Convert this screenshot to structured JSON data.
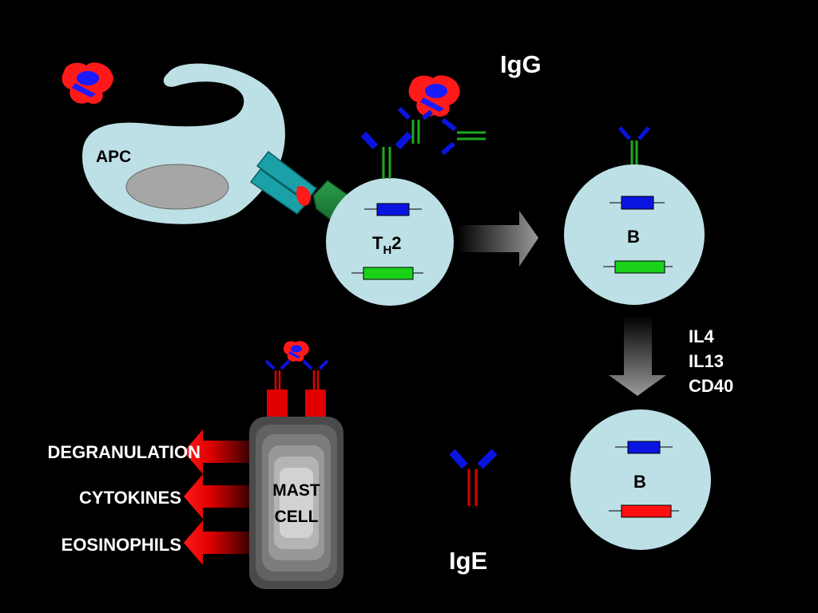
{
  "labels": {
    "apc": "APC",
    "th2_main": "T",
    "th2_sub": "H",
    "th2_end": "2",
    "b_cell_top": "B",
    "b_cell_bottom": "B",
    "igg": "IgG",
    "ige": "IgE",
    "mast_cell_line1": "MAST",
    "mast_cell_line2": "CELL",
    "signals": [
      "IL4",
      "IL13",
      "CD40"
    ],
    "outputs": [
      "DEGRANULATION",
      "CYTOKINES",
      "EOSINOPHILS"
    ]
  },
  "colors": {
    "background": "#000000",
    "cell_fill": "#bde0e6",
    "nucleus": "#a6a6a6",
    "antigen_red": "#ff1a1a",
    "antigen_blue": "#1a1aff",
    "antibody_green": "#1fa81f",
    "antibody_blue": "#0a14e0",
    "gene_blue": "#0a14e0",
    "gene_green": "#19d219",
    "gene_red": "#ff1010",
    "receptor_teal": "#1aa1a8",
    "receptor_green": "#1f8a3c",
    "text": "#ffffff"
  }
}
